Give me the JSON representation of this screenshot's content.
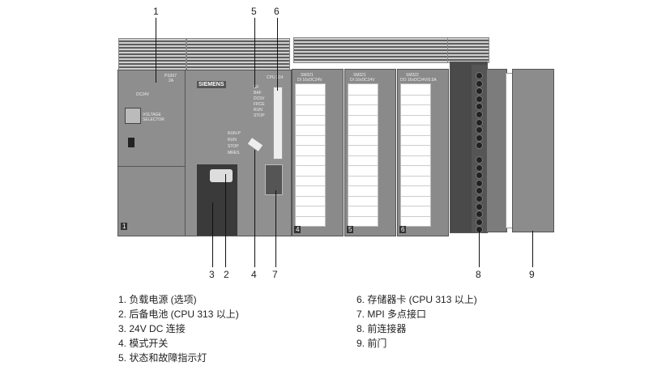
{
  "callouts": {
    "c1": "1",
    "c2": "2",
    "c3": "3",
    "c4": "4",
    "c5": "5",
    "c6": "6",
    "c7": "7",
    "c8": "8",
    "c9": "9"
  },
  "photo": {
    "ps_model": "PS307",
    "ps_rating": "2A",
    "ps_dc": "DC24V",
    "ps_voltage": "VOLTAGE SELECTOR",
    "brand": "SIEMENS",
    "cpu_model": "CPU 314",
    "leds": [
      "SF",
      "BAF",
      "DC5V",
      "FRCE",
      "RUN",
      "STOP"
    ],
    "modes": [
      "RUN-P",
      "RUN",
      "STOP",
      "MRES"
    ],
    "slots": [
      "1",
      "4",
      "5",
      "6"
    ],
    "sm": [
      {
        "name": "SM321",
        "sub": "DI 16xDC24V"
      },
      {
        "name": "SM321",
        "sub": "DI 16xDC24V"
      },
      {
        "name": "SM322",
        "sub": "DO 16xDC24V/0.5A"
      }
    ]
  },
  "legend": {
    "left": [
      "1. 负载电源 (选项)",
      "2. 后备电池 (CPU 313 以上)",
      "3. 24V DC 连接",
      "4. 模式开关",
      "5. 状态和故障指示灯"
    ],
    "right": [
      "6. 存储器卡 (CPU 313 以上)",
      "7. MPI 多点接口",
      "8. 前连接器",
      "9. 前门"
    ]
  }
}
